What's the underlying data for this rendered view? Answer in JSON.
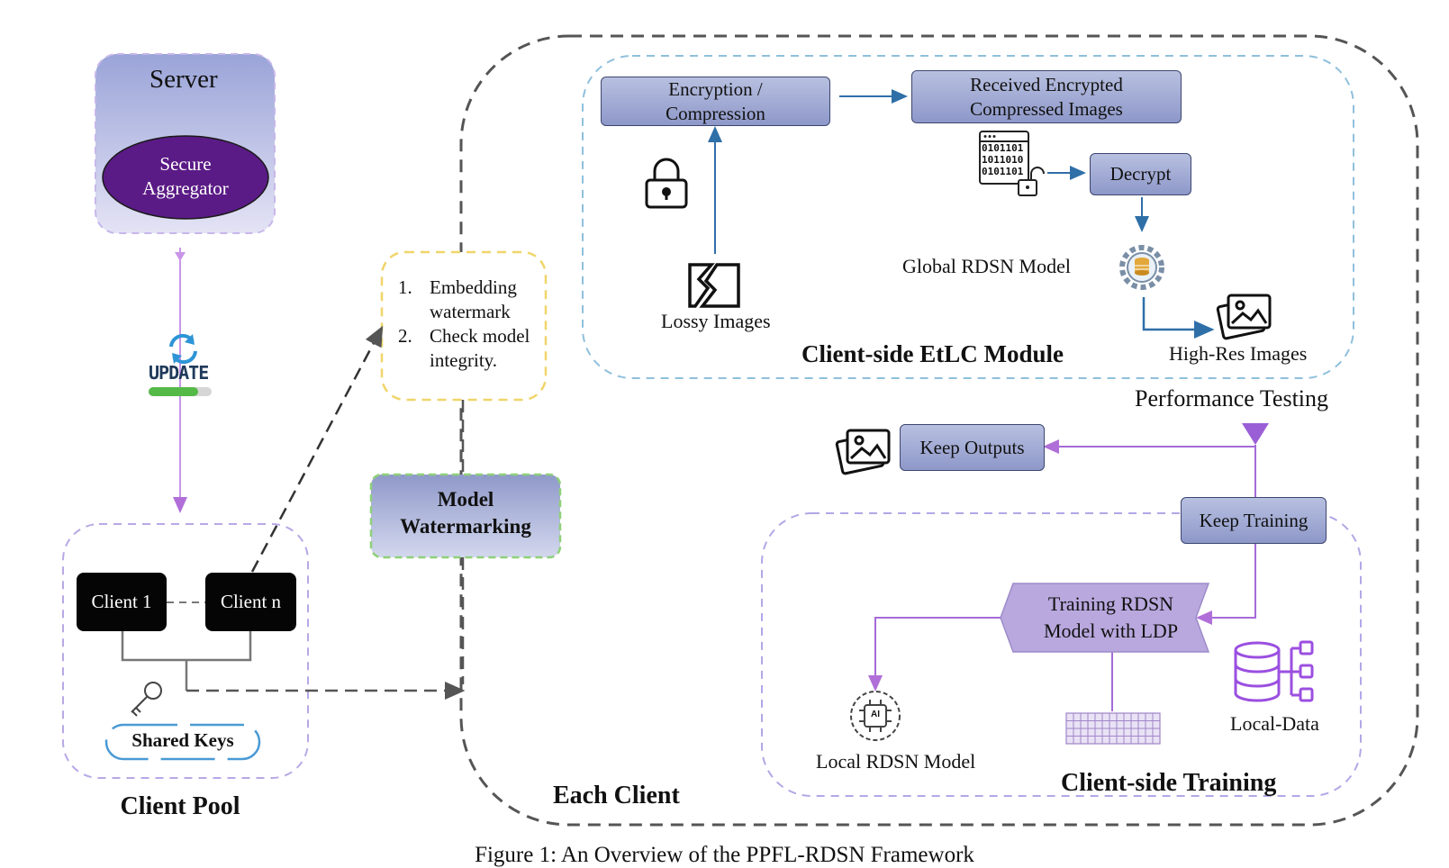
{
  "server": {
    "title": "Server",
    "aggregator": [
      "Secure",
      "Aggregator"
    ]
  },
  "update_label": "UPDATE",
  "client_pool": {
    "clients": [
      "Client 1",
      "Client n"
    ],
    "shared_keys": "Shared Keys",
    "title": "Client Pool"
  },
  "watermark_note": {
    "items": [
      [
        "1.",
        "Embedding",
        "watermark"
      ],
      [
        "2.",
        "Check model",
        "integrity."
      ]
    ]
  },
  "model_watermarking": [
    "Model",
    "Watermarking"
  ],
  "etlc": {
    "encryption": [
      "Encryption /",
      "Compression"
    ],
    "received": [
      "Received Encrypted",
      "Compressed Images"
    ],
    "decrypt": "Decrypt",
    "global_model": "Global RDSN Model",
    "lossy": "Lossy Images",
    "high_res": "High-Res Images",
    "title": "Client-side EtLC Module",
    "binary_text": [
      "0101101",
      "1011010",
      "0101101"
    ]
  },
  "performance_testing": "Performance Testing",
  "keep_outputs": "Keep Outputs",
  "keep_training": "Keep Training",
  "training": {
    "box": [
      "Training RDSN",
      "Model with LDP"
    ],
    "local_model": "Local RDSN Model",
    "local_data": "Local-Data",
    "title": "Client-side Training",
    "ai_chip": "AI"
  },
  "each_client": "Each Client",
  "caption": "Figure 1: An Overview of the PPFL-RDSN Framework",
  "colors": {
    "blue_box": "#a3abd6",
    "purple": "#b06fd8",
    "arrow_blue": "#2f6fa8",
    "server_purple": "#5b1b86"
  }
}
